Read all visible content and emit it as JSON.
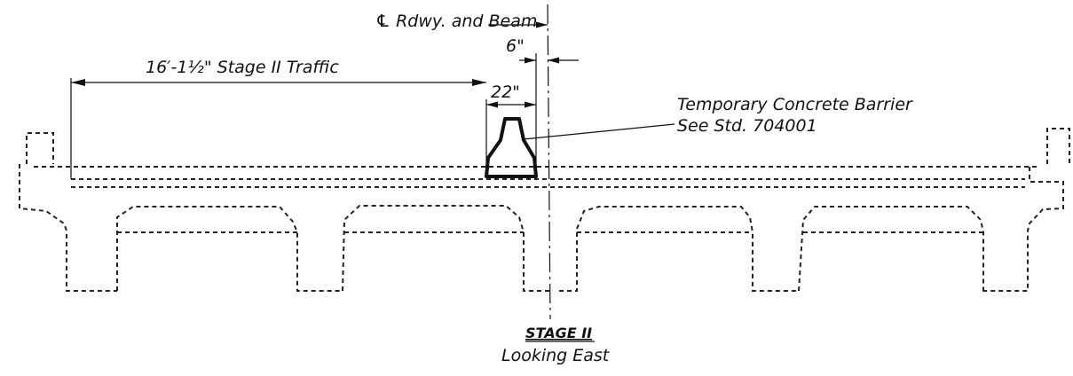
{
  "labels": {
    "centerline": "℄ Rdwy. and Beam",
    "offset": "6\"",
    "traffic_width": "16′-1½\" Stage II Traffic",
    "barrier_width": "22\"",
    "barrier_note_1": "Temporary Concrete Barrier",
    "barrier_note_2": "See Std. 704001",
    "stage_title": "STAGE II",
    "view_direction": "Looking East"
  }
}
